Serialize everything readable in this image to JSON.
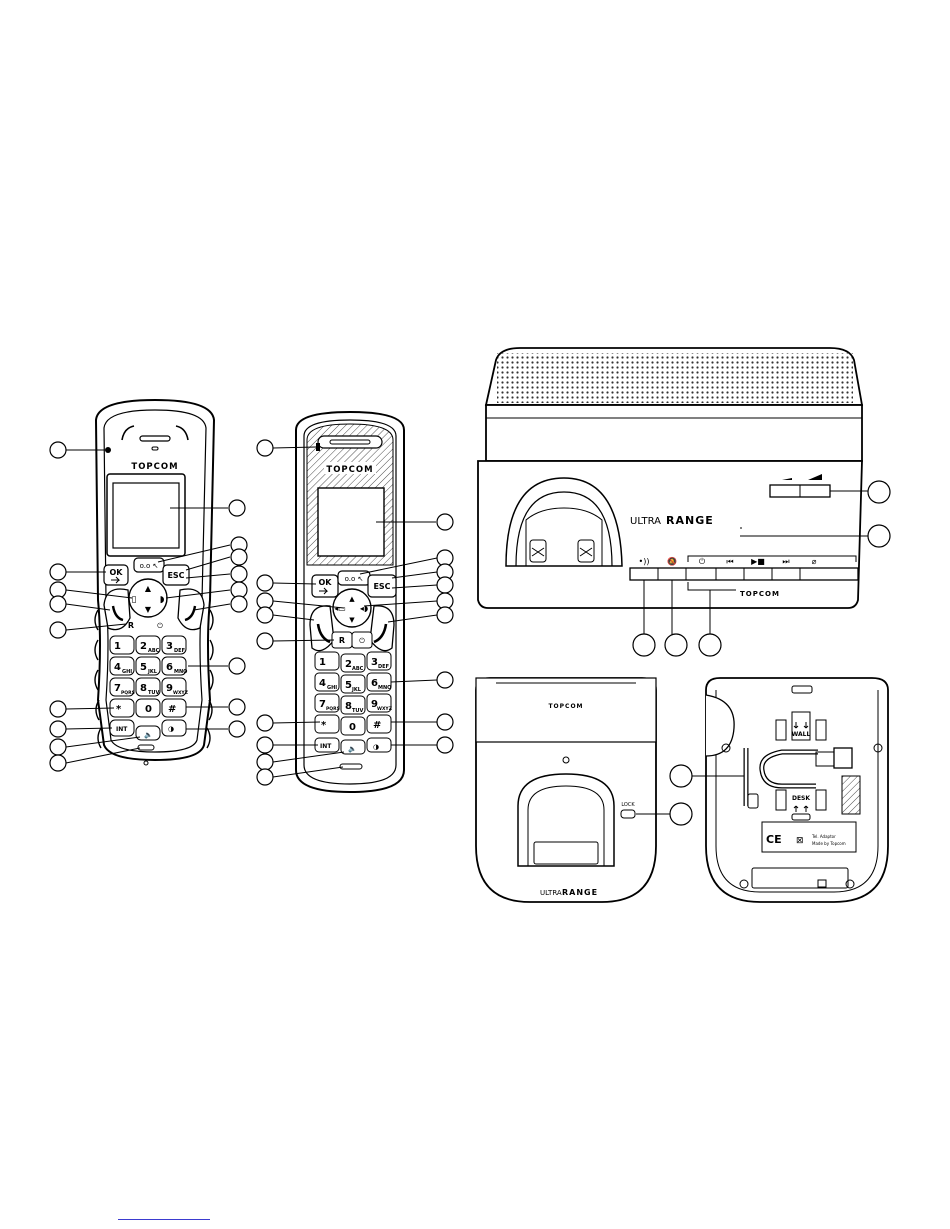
{
  "brand": "TOPCOM",
  "series_prefix": "ULTRA",
  "series_name": "RANGE",
  "keys": {
    "ok": "OK",
    "esc": "ESC",
    "r": "R",
    "int": "INT",
    "k1": "1",
    "k2": "2",
    "k2s": "ABC",
    "k3": "3",
    "k3s": "DEF",
    "k4": "4",
    "k4s": "GHI",
    "k5": "5",
    "k5s": "JKL",
    "k6": "6",
    "k6s": "MNO",
    "k7": "7",
    "k7s": "PQRS",
    "k8": "8",
    "k8s": "TUV",
    "k9": "9",
    "k9s": "WXYZ",
    "k0": "0",
    "star": "*",
    "hash": "#"
  },
  "base_labels": {
    "lock": "LOCK",
    "wall": "WALL",
    "desk": "DESK",
    "ce": "CE",
    "label_line1": "Tel. Adaptor",
    "label_line2": "Made by Topcom"
  },
  "colors": {
    "line": "#000000",
    "link": "#3b3bd0"
  }
}
